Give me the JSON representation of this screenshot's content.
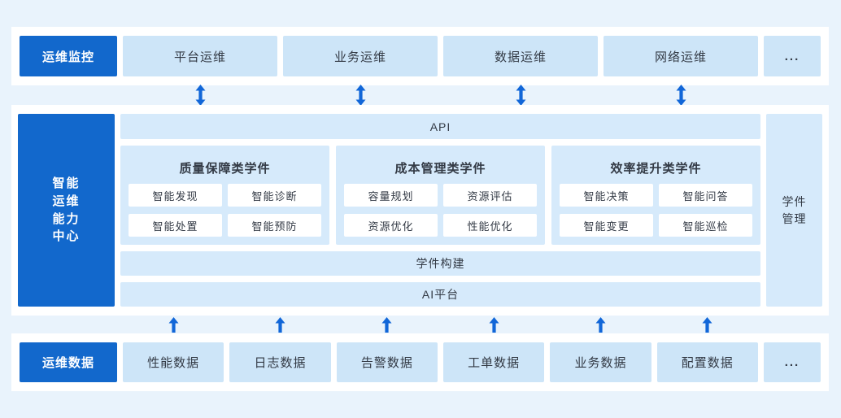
{
  "colors": {
    "primary_blue": "#1268cc",
    "arrow_blue": "#1166d8",
    "light_box": "#cde5f8",
    "lighter_box": "#d6eafb",
    "panel_white": "#ffffff",
    "page_background": "#e9f3fc",
    "text_dark": "#333a45"
  },
  "top_row": {
    "header": "运维监控",
    "items": [
      "平台运维",
      "业务运维",
      "数据运维",
      "网络运维"
    ],
    "more": "..."
  },
  "center": {
    "sidebar": "智能\n运维\n能力\n中心",
    "api_bar": "API",
    "groups": [
      {
        "title": "质量保障类学件",
        "items": [
          "智能发现",
          "智能诊断",
          "智能处置",
          "智能预防"
        ]
      },
      {
        "title": "成本管理类学件",
        "items": [
          "容量规划",
          "资源评估",
          "资源优化",
          "性能优化"
        ]
      },
      {
        "title": "效率提升类学件",
        "items": [
          "智能决策",
          "智能问答",
          "智能变更",
          "智能巡检"
        ]
      }
    ],
    "build_bar": "学件构建",
    "ai_bar": "AI平台",
    "right_panel": "学件\n管理"
  },
  "bottom_row": {
    "header": "运维数据",
    "items": [
      "性能数据",
      "日志数据",
      "告警数据",
      "工单数据",
      "业务数据",
      "配置数据"
    ],
    "more": "..."
  }
}
